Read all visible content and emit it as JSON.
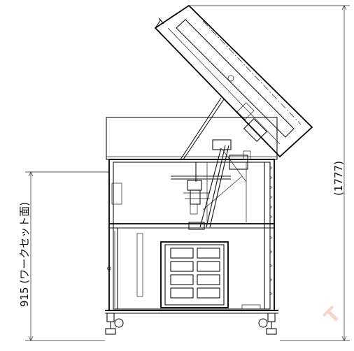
{
  "dimensions": {
    "work_height_label": "915 (ワークセット面)",
    "overall_height_label": "(1777)"
  },
  "watermark": {
    "text": "T"
  }
}
